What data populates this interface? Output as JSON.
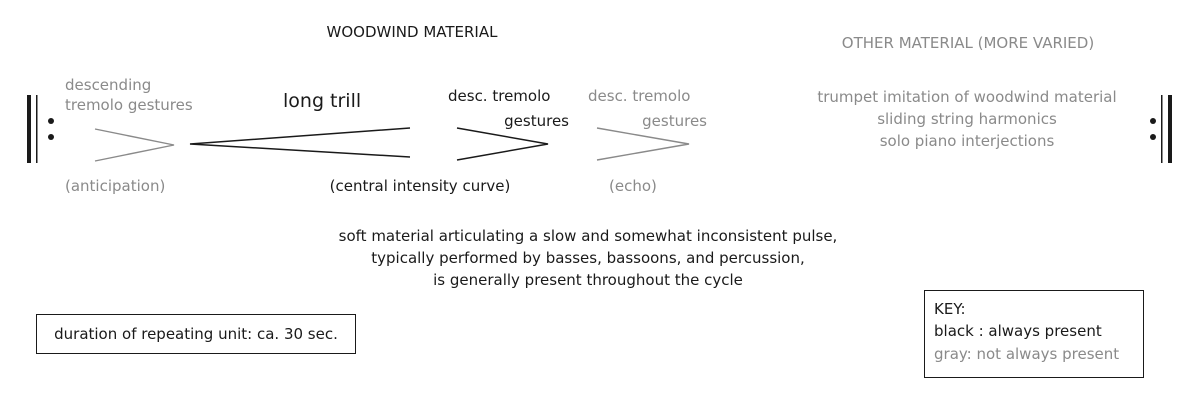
{
  "headings": {
    "woodwind": "WOODWIND MATERIAL",
    "other": "OTHER MATERIAL (MORE VARIED)"
  },
  "woodwind": {
    "descending_line1": "descending",
    "descending_line2": "tremolo gestures",
    "anticipation": "(anticipation)",
    "long_trill": "long trill",
    "central_curve": "(central intensity curve)",
    "desc_tremolo_black_line1": "desc. tremolo",
    "desc_tremolo_black_line2": "gestures",
    "desc_tremolo_gray_line1": "desc. tremolo",
    "desc_tremolo_gray_line2": "gestures",
    "echo": "(echo)"
  },
  "other_material": [
    "trumpet imitation of woodwind material",
    "sliding string harmonics",
    "solo piano interjections"
  ],
  "soft_material": [
    "soft material articulating a slow and somewhat inconsistent pulse,",
    "typically performed by basses, bassoons, and percussion,",
    "is generally present throughout the cycle"
  ],
  "duration_box": "duration of repeating unit: ca. 30 sec.",
  "key": {
    "title": "KEY:",
    "black": "black : always present",
    "gray": "gray: not always present"
  },
  "colors": {
    "black": "#1a1a1a",
    "gray": "#8a8a8a"
  }
}
